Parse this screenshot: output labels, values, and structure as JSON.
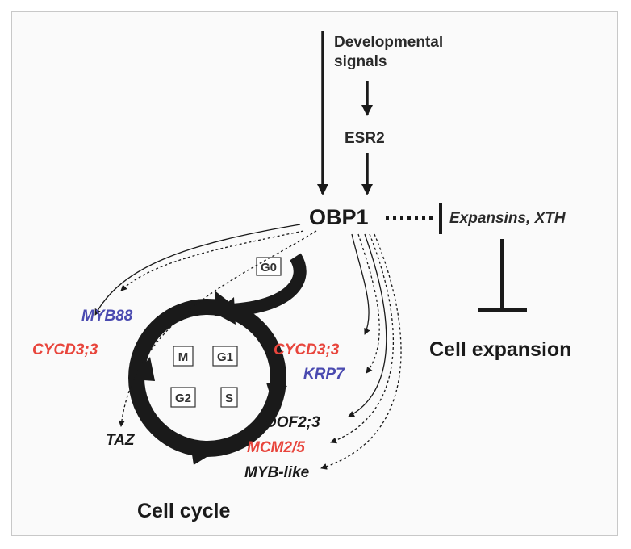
{
  "diagram": {
    "developmental_signals_line1": "Developmental",
    "developmental_signals_line2": "signals",
    "esr2": "ESR2",
    "obp1": "OBP1",
    "expansins_xth": "Expansins, XTH",
    "cell_expansion": "Cell expansion",
    "cell_cycle": "Cell cycle",
    "phases": {
      "g0": "G0",
      "g1": "G1",
      "g2": "G2",
      "m": "M",
      "s": "S"
    },
    "targets": {
      "myb88": "MYB88",
      "cycd33_left": "CYCD3;3",
      "taz": "TAZ",
      "cycd33_right": "CYCD3;3",
      "krp7": "KRP7",
      "dof23": "DOF2;3",
      "mcm25": "MCM2/5",
      "myb_like": "MYB-like"
    },
    "colors": {
      "red": "#e8453c",
      "blue": "#4a4ab0",
      "black": "#1a1a1a"
    }
  }
}
